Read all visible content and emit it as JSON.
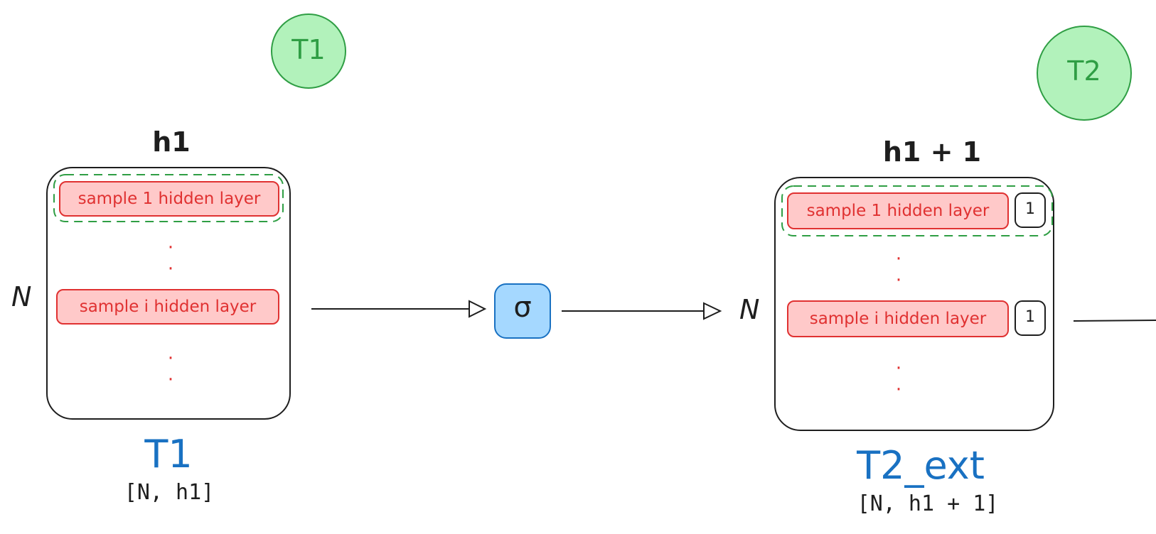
{
  "badges": {
    "t1": "T1",
    "t2": "T2"
  },
  "left_tensor": {
    "dim_top": "h1",
    "dim_left": "N",
    "row_first": "sample 1 hidden layer",
    "row_i": "sample i hidden layer",
    "title": "T1",
    "shape": "[N, h1]"
  },
  "activation": {
    "symbol": "σ"
  },
  "right_tensor": {
    "dim_top": "h1 + 1",
    "dim_left": "N",
    "row_first": "sample 1 hidden layer",
    "row_i": "sample i hidden layer",
    "bias_value_first": "1",
    "bias_value_i": "1",
    "title": "T2_ext",
    "shape": "[N, h1 + 1]"
  },
  "colors": {
    "badge_fill": "#b2f2bb",
    "badge_stroke": "#2f9e44",
    "row_fill": "#ffc9c9",
    "row_stroke": "#e03131",
    "title_blue": "#1971c2",
    "sigma_fill": "#a5d8ff",
    "sigma_stroke": "#1971c2"
  }
}
